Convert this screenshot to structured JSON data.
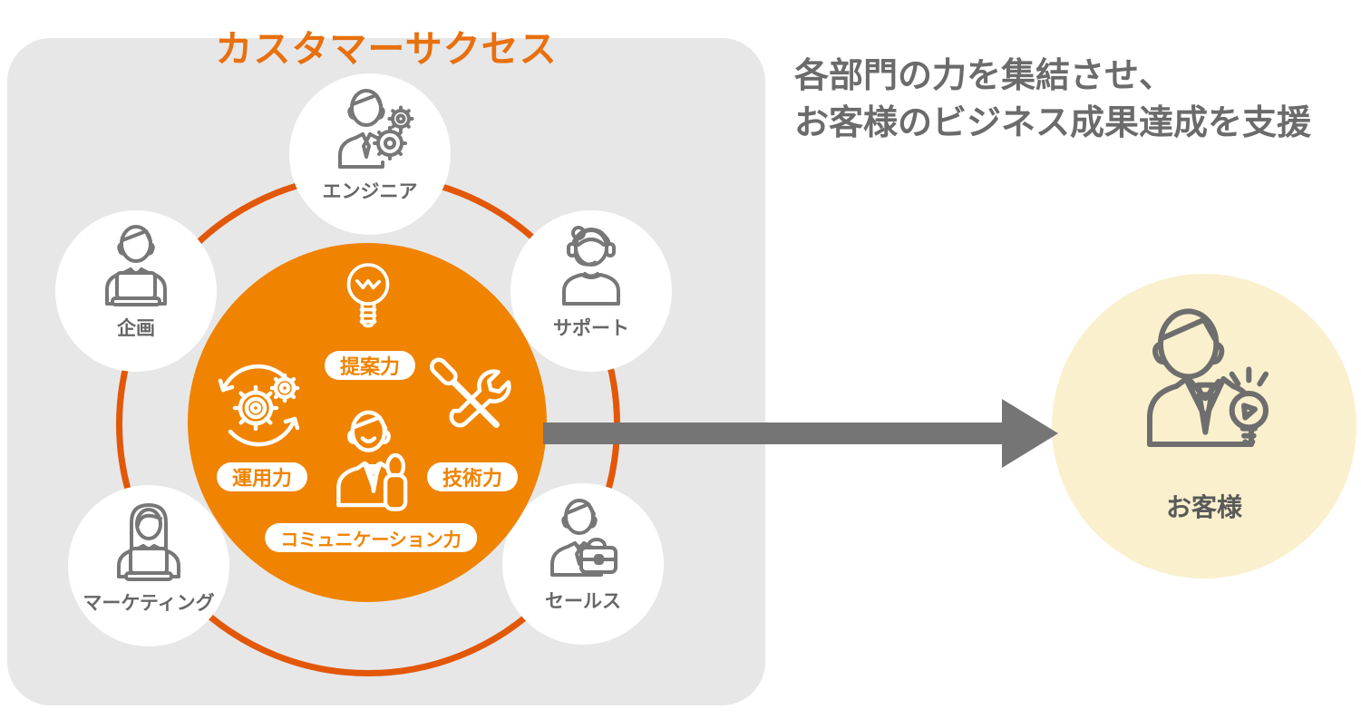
{
  "title": "カスタマーサクセス",
  "headline": {
    "line1": "各部門の力を集結させ、",
    "line2": "お客様のビジネス成果達成を支援"
  },
  "departments": [
    {
      "label": "エンジニア",
      "icon": "engineer-icon"
    },
    {
      "label": "企画",
      "icon": "planner-icon"
    },
    {
      "label": "サポート",
      "icon": "support-icon"
    },
    {
      "label": "マーケティング",
      "icon": "marketing-icon"
    },
    {
      "label": "セールス",
      "icon": "sales-icon"
    }
  ],
  "skills": [
    {
      "label": "提案力",
      "icon": "lightbulb-icon"
    },
    {
      "label": "運用力",
      "icon": "gears-cycle-icon"
    },
    {
      "label": "技術力",
      "icon": "tools-icon"
    },
    {
      "label": "コミュニケーション力",
      "icon": "communication-person-icon"
    }
  ],
  "customer": {
    "label": "お客様",
    "icon": "customer-idea-icon"
  },
  "colors": {
    "core_orange": "#F08300",
    "ring_orange": "#E25708",
    "title_orange": "#E8700E",
    "panel_gray": "#E7E7E8",
    "arrow_gray": "#757575",
    "label_gray": "#666666",
    "headline_gray": "#6B6B6B",
    "icon_stroke_gray": "#777777",
    "customer_bg_cream": "#FAF0CE"
  }
}
